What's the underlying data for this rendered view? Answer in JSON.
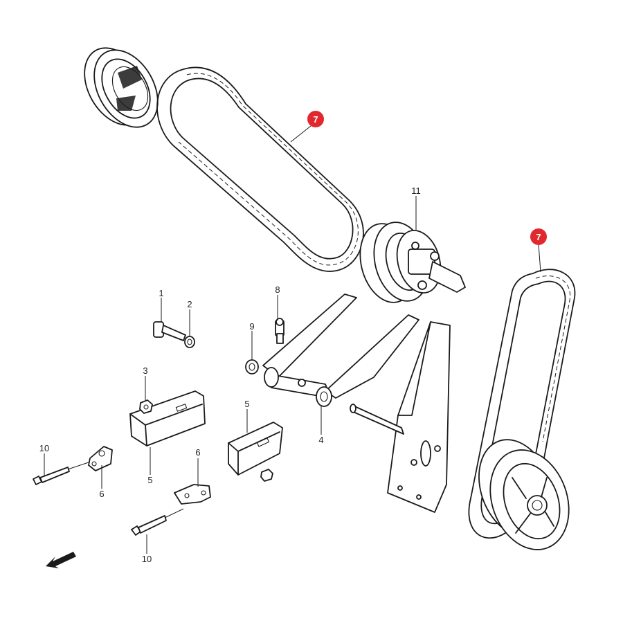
{
  "diagram": {
    "callouts": {
      "belt_top": "7",
      "belt_right": "7"
    },
    "labels": {
      "p1": "1",
      "p2": "2",
      "p3": "3",
      "p4": "4",
      "p5_left": "5",
      "p5_mid": "5",
      "p6_left": "6",
      "p6_mid": "6",
      "p8": "8",
      "p9": "9",
      "p10_top": "10",
      "p10_bottom": "10",
      "p11": "11"
    },
    "colors": {
      "callout_badge": "#e0282e",
      "line": "#1a1a1a"
    }
  }
}
